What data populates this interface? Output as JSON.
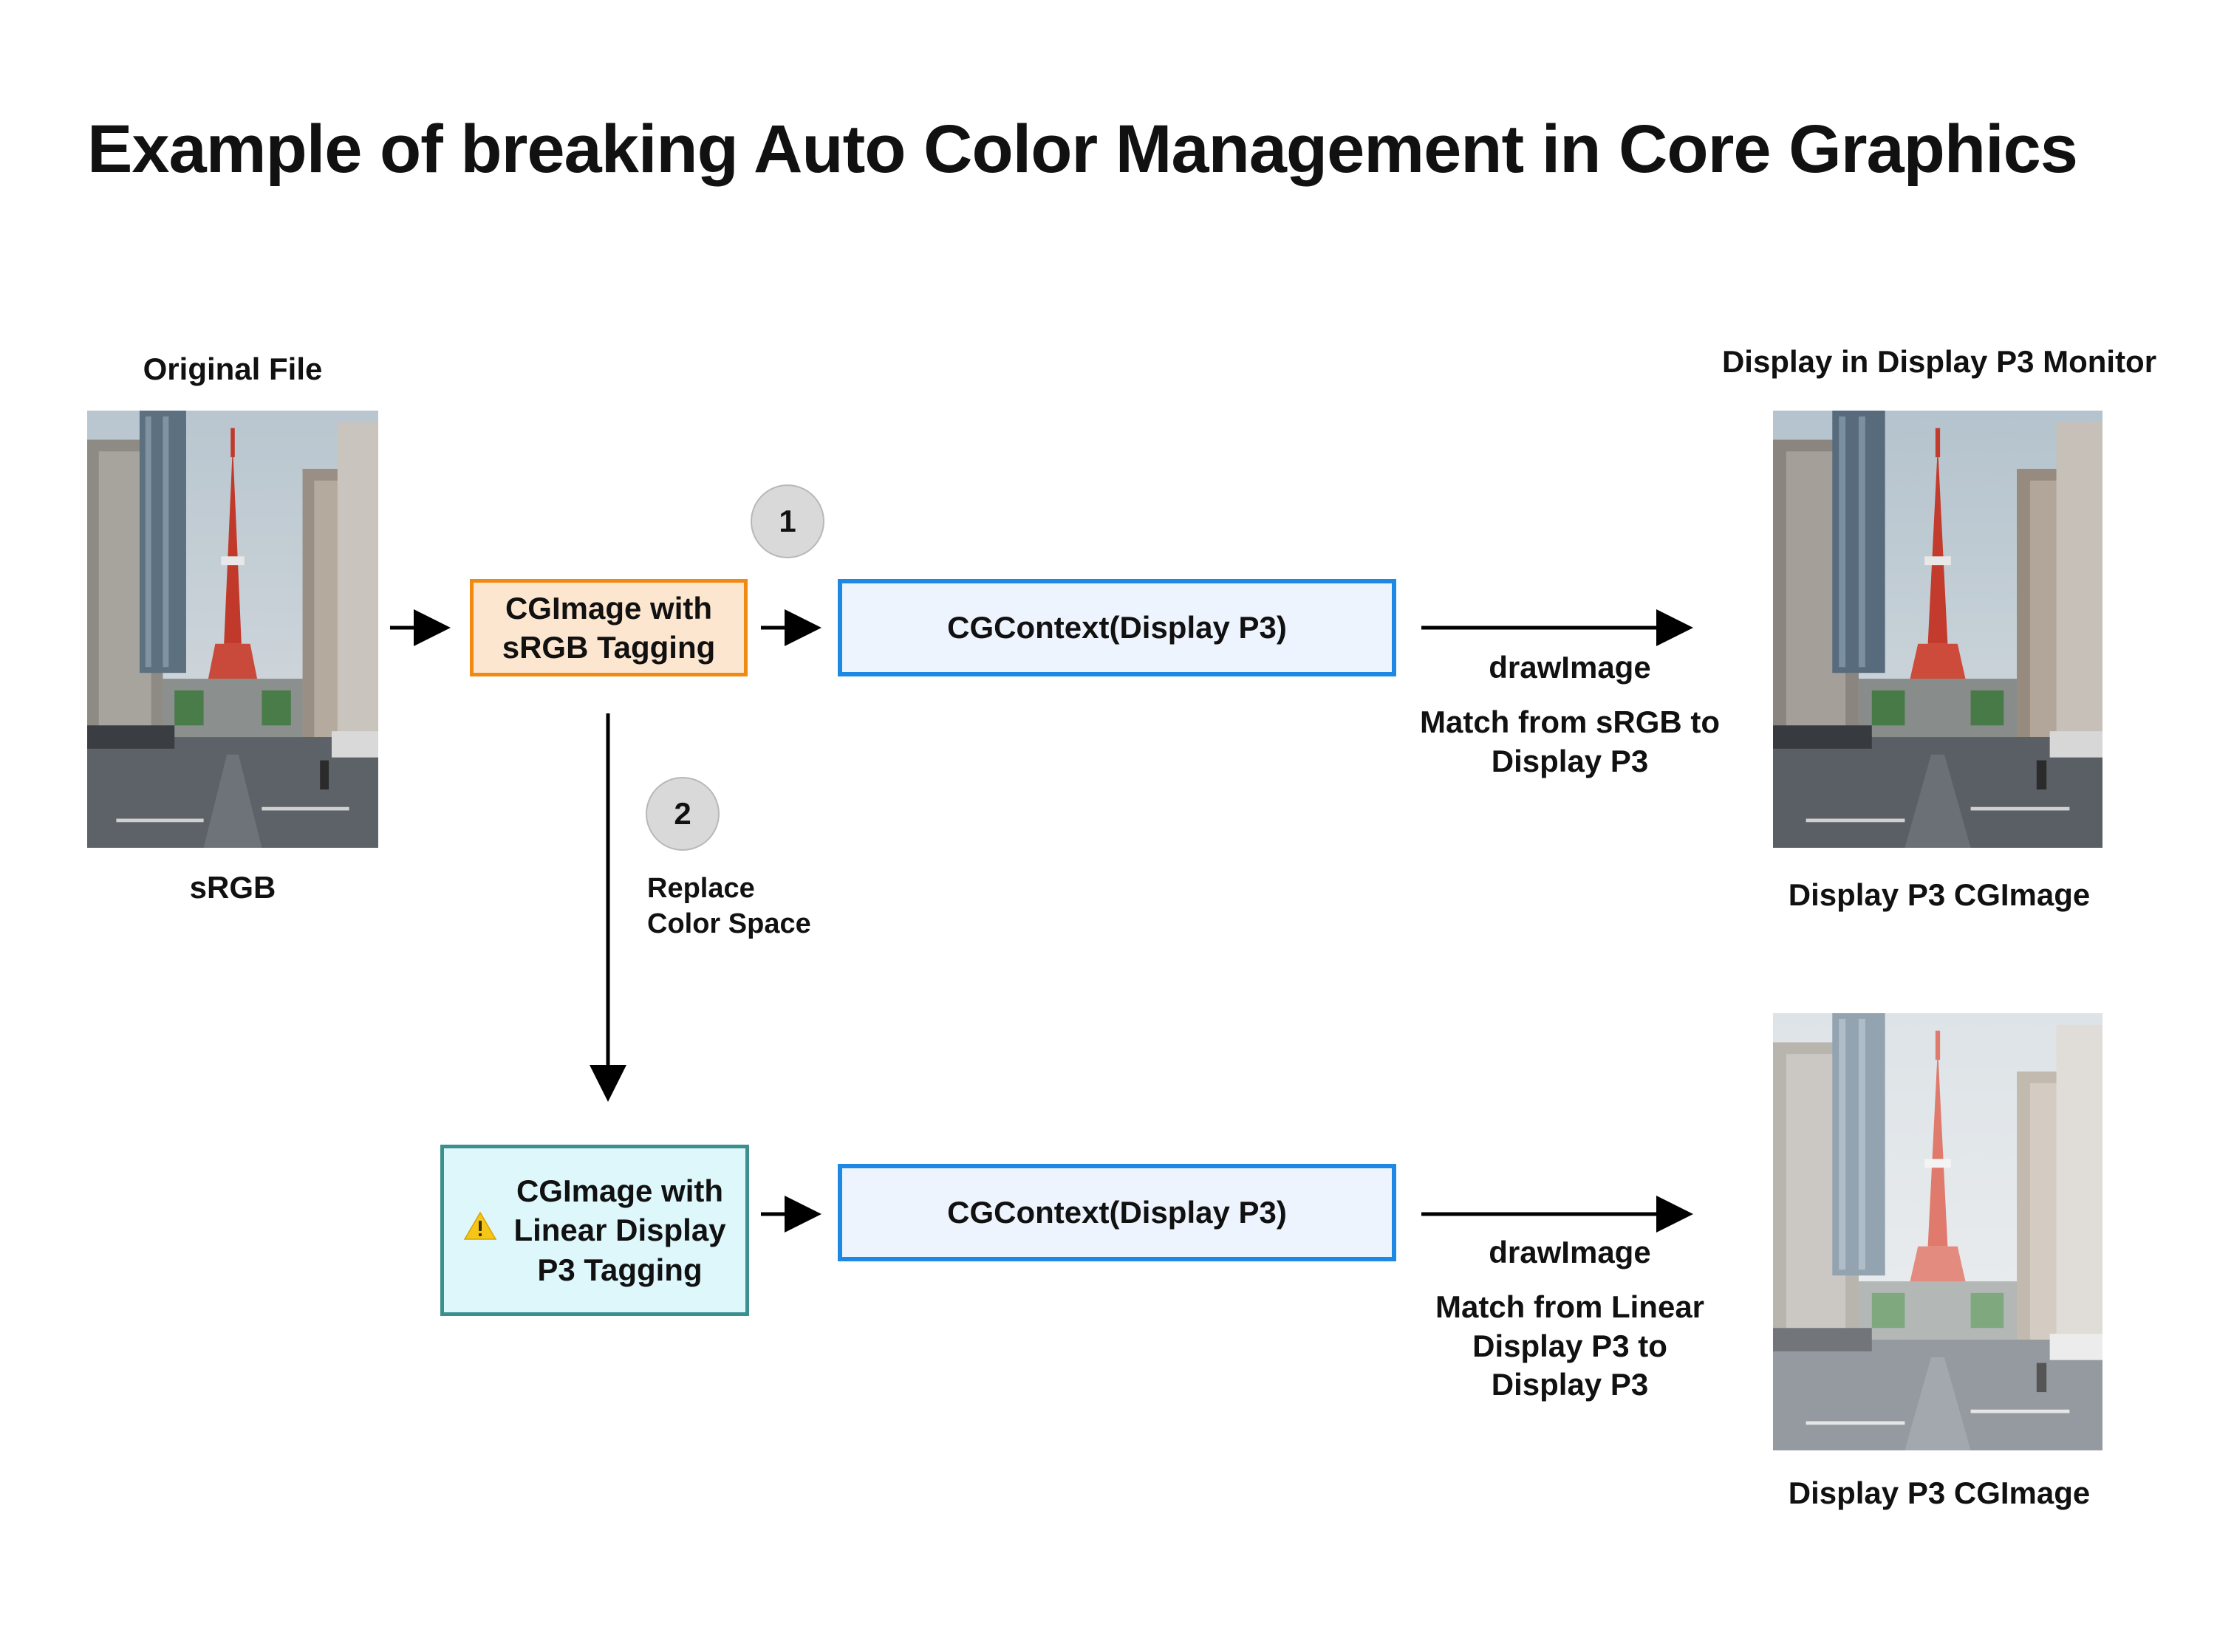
{
  "title": "Example of breaking Auto Color Management in Core Graphics",
  "left": {
    "header": "Original File",
    "caption": "sRGB"
  },
  "right": {
    "header": "Display in Display P3 Monitor",
    "top_caption": "Display P3 CGImage",
    "bottom_caption": "Display P3 CGImage"
  },
  "steps": {
    "step1": "1",
    "step2": "2",
    "step2_label_line1": "Replace",
    "step2_label_line2": "Color Space"
  },
  "boxes": {
    "srgb_image_line1": "CGImage with",
    "srgb_image_line2": "sRGB Tagging",
    "context_top": "CGContext(Display P3)",
    "linear_image_line1": "CGImage with",
    "linear_image_line2": "Linear Display",
    "linear_image_line3": "P3 Tagging",
    "context_bottom": "CGContext(Display P3)"
  },
  "arrows": {
    "top_action": "drawImage",
    "top_match_line1": "Match from sRGB to",
    "top_match_line2": "Display P3",
    "bottom_action": "drawImage",
    "bottom_match_line1": "Match from Linear",
    "bottom_match_line2": "Display P3 to",
    "bottom_match_line3": "Display P3"
  },
  "icons": {
    "warning": "warning-icon"
  },
  "colors": {
    "orange_border": "#f08a12",
    "orange_fill": "#fde6cf",
    "blue_border": "#1e88e5",
    "blue_fill": "#eef4fd",
    "teal_border": "#3b8f8f",
    "teal_fill": "#ddf7fb",
    "warning": "#f5c518"
  }
}
